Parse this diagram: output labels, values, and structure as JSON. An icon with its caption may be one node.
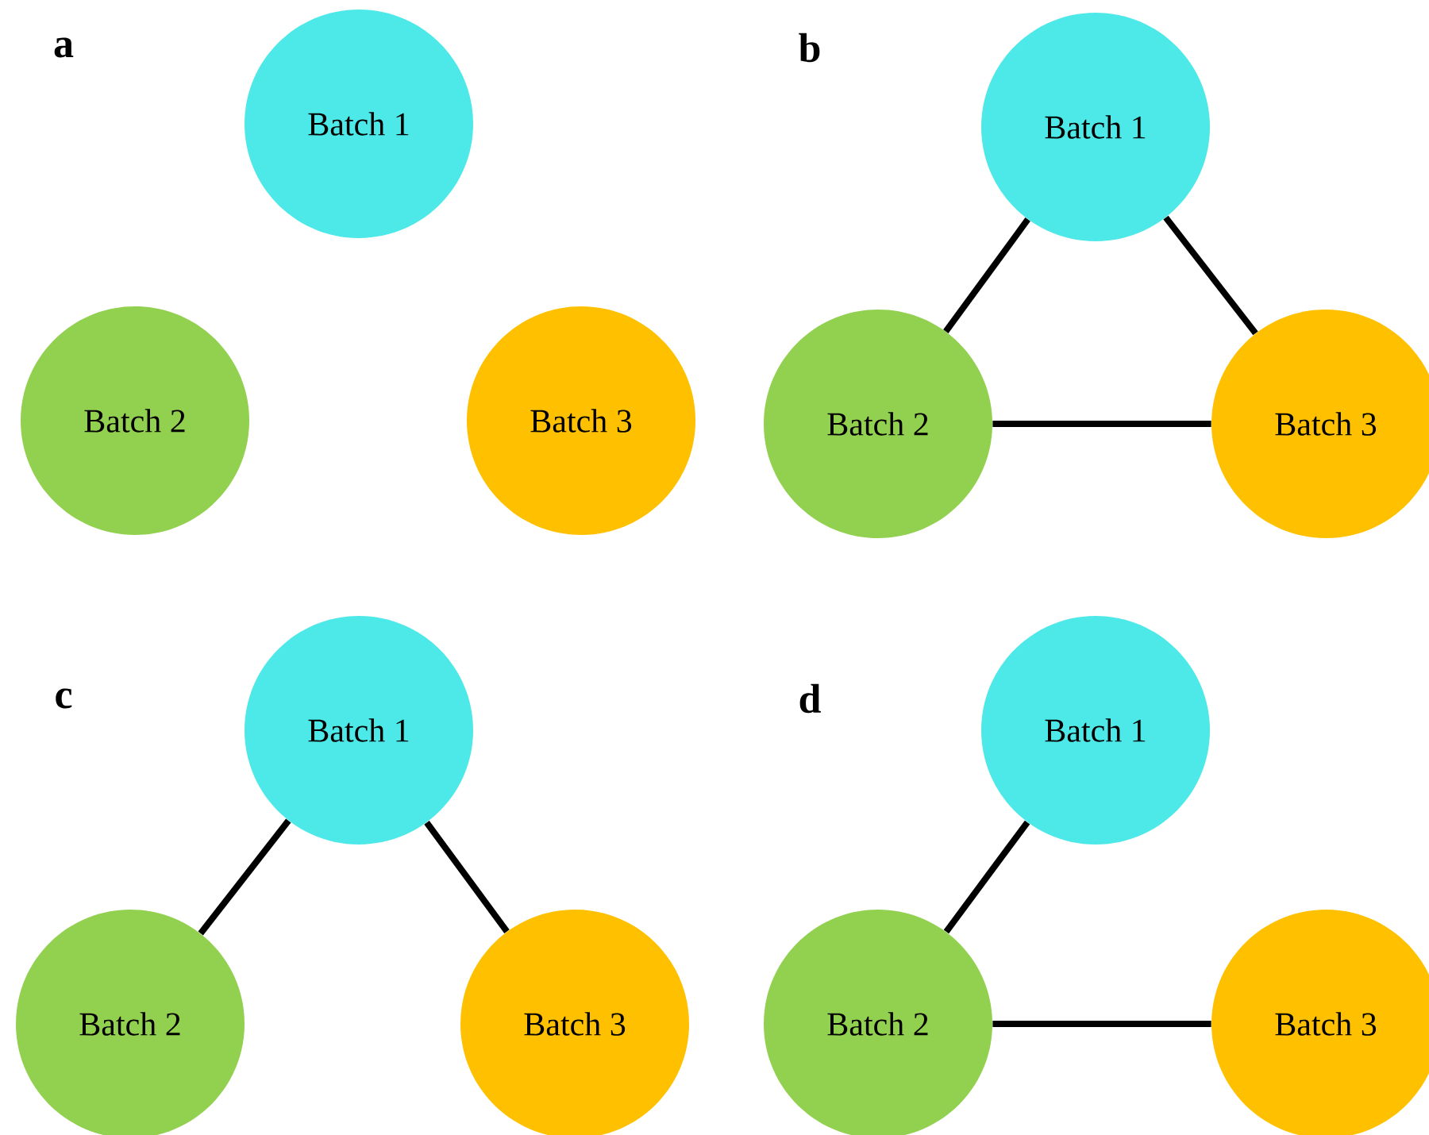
{
  "diagram": {
    "nodes": [
      {
        "text": [
          "Batch 1"
        ]
      },
      {
        "text": [
          "Batch 2"
        ]
      },
      {
        "text": [
          "Batch 3"
        ]
      },
      {
        "text": [
          "Batch 1"
        ]
      },
      {
        "text": [
          "Batch 2"
        ]
      },
      {
        "text": [
          "Batch 3"
        ]
      },
      {
        "text": [
          "Batch 1"
        ]
      },
      {
        "text": [
          "Batch 2"
        ]
      },
      {
        "text": [
          "Batch 3"
        ]
      },
      {
        "text": [
          "Batch 1"
        ]
      },
      {
        "text": [
          "Batch 2"
        ]
      },
      {
        "text": [
          "Batch 3"
        ]
      }
    ],
    "edges": [
      {
        "from": 3,
        "to": 4,
        "arrow": "none"
      },
      {
        "from": 3,
        "to": 5,
        "arrow": "none"
      },
      {
        "from": 4,
        "to": 5,
        "arrow": "none"
      },
      {
        "from": 6,
        "to": 7,
        "arrow": "none"
      },
      {
        "from": 6,
        "to": 8,
        "arrow": "none"
      },
      {
        "from": 9,
        "to": 10,
        "arrow": "none"
      },
      {
        "from": 10,
        "to": 11,
        "arrow": "none"
      }
    ],
    "labels": [
      "a",
      "b",
      "c",
      "d"
    ]
  }
}
